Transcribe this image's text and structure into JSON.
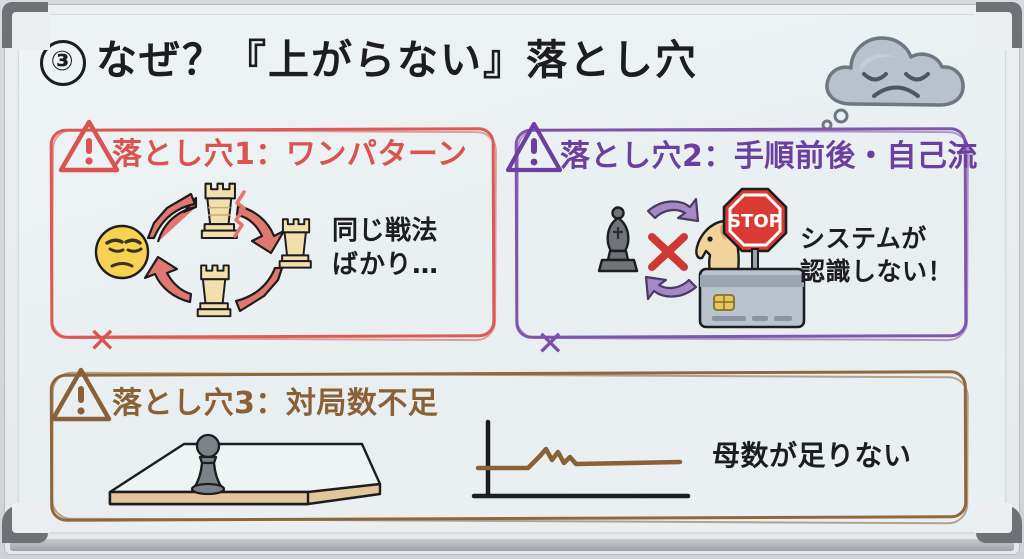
{
  "board": {
    "title_number": "③",
    "title_text": "なぜ？『上がらない』落とし穴"
  },
  "panels": [
    {
      "id": "pitfall-1",
      "warning_icon": "warning-triangle-icon",
      "heading": "落とし穴1：ワンパターン",
      "body": "同じ戦法\nばかり…",
      "x_mark": "✕",
      "color": "#d9534f",
      "illustration": "rook-cycle-with-unamused-face"
    },
    {
      "id": "pitfall-2",
      "warning_icon": "warning-triangle-icon",
      "heading": "落とし穴2：手順前後・自己流",
      "body": "システムが\n認識しない！",
      "x_mark": "✕",
      "color": "#7b4ea8",
      "illustration": "bishop-knight-swap-stop-sign-credit-card"
    },
    {
      "id": "pitfall-3",
      "warning_icon": "warning-triangle-icon",
      "heading": "落とし穴3：対局数不足",
      "body": "母数が足りない",
      "color": "#8a6036",
      "illustration": "pawn-on-board-and-flat-rating-graph"
    }
  ],
  "decorations": {
    "cloud_icon": "sad-cloud-icon",
    "stop_sign_label": "STOP"
  }
}
